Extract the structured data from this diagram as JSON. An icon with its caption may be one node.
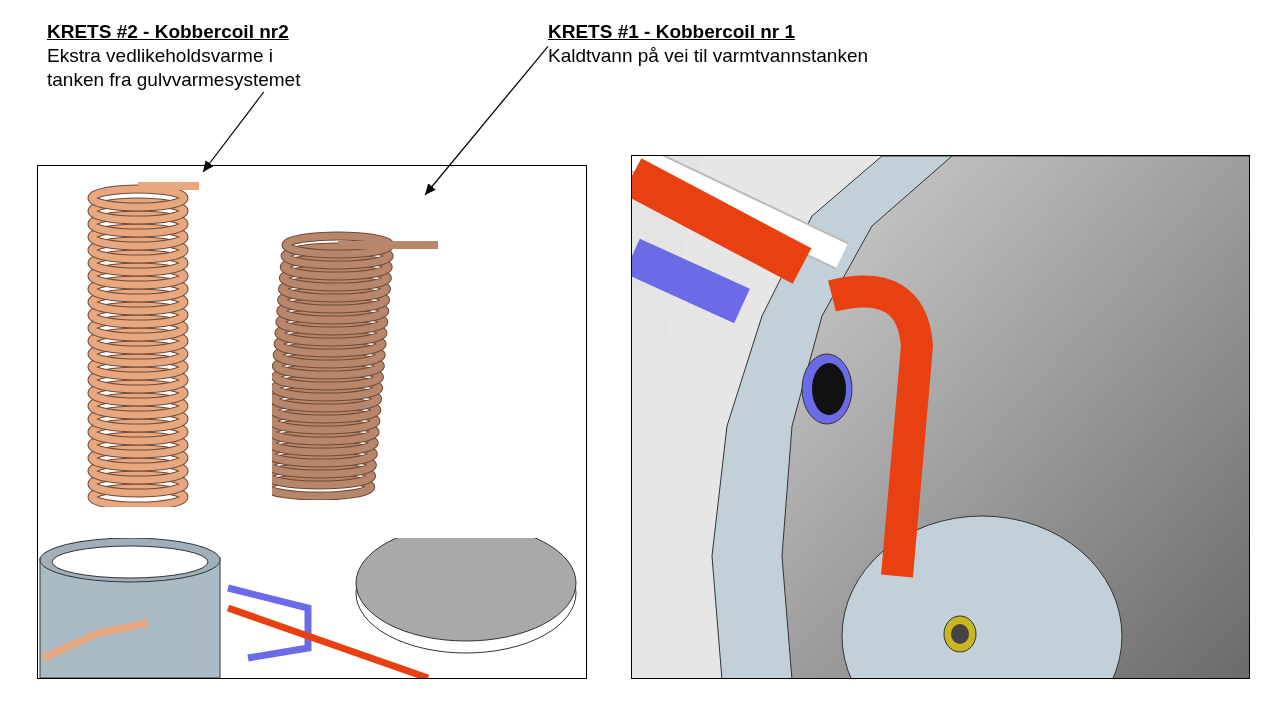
{
  "diagram": {
    "nodes": [
      {
        "text": [
          "KRETS #2 - Kobbercoil nr2",
          "Ekstra vedlikeholdsvarme i tanken fra gulvvarmesystemet"
        ]
      },
      {
        "text": [
          "KRETS #1 - Kobbercoil nr 1",
          "Kaldtvann på vei til varmtvannstanken"
        ]
      },
      {
        "text": [],
        "shape": "picture"
      },
      {
        "text": [],
        "shape": "picture"
      }
    ],
    "edges": [
      {
        "from": 0,
        "to": 2,
        "arrow": "to"
      },
      {
        "from": 1,
        "to": 3,
        "arrow": "to"
      }
    ]
  }
}
